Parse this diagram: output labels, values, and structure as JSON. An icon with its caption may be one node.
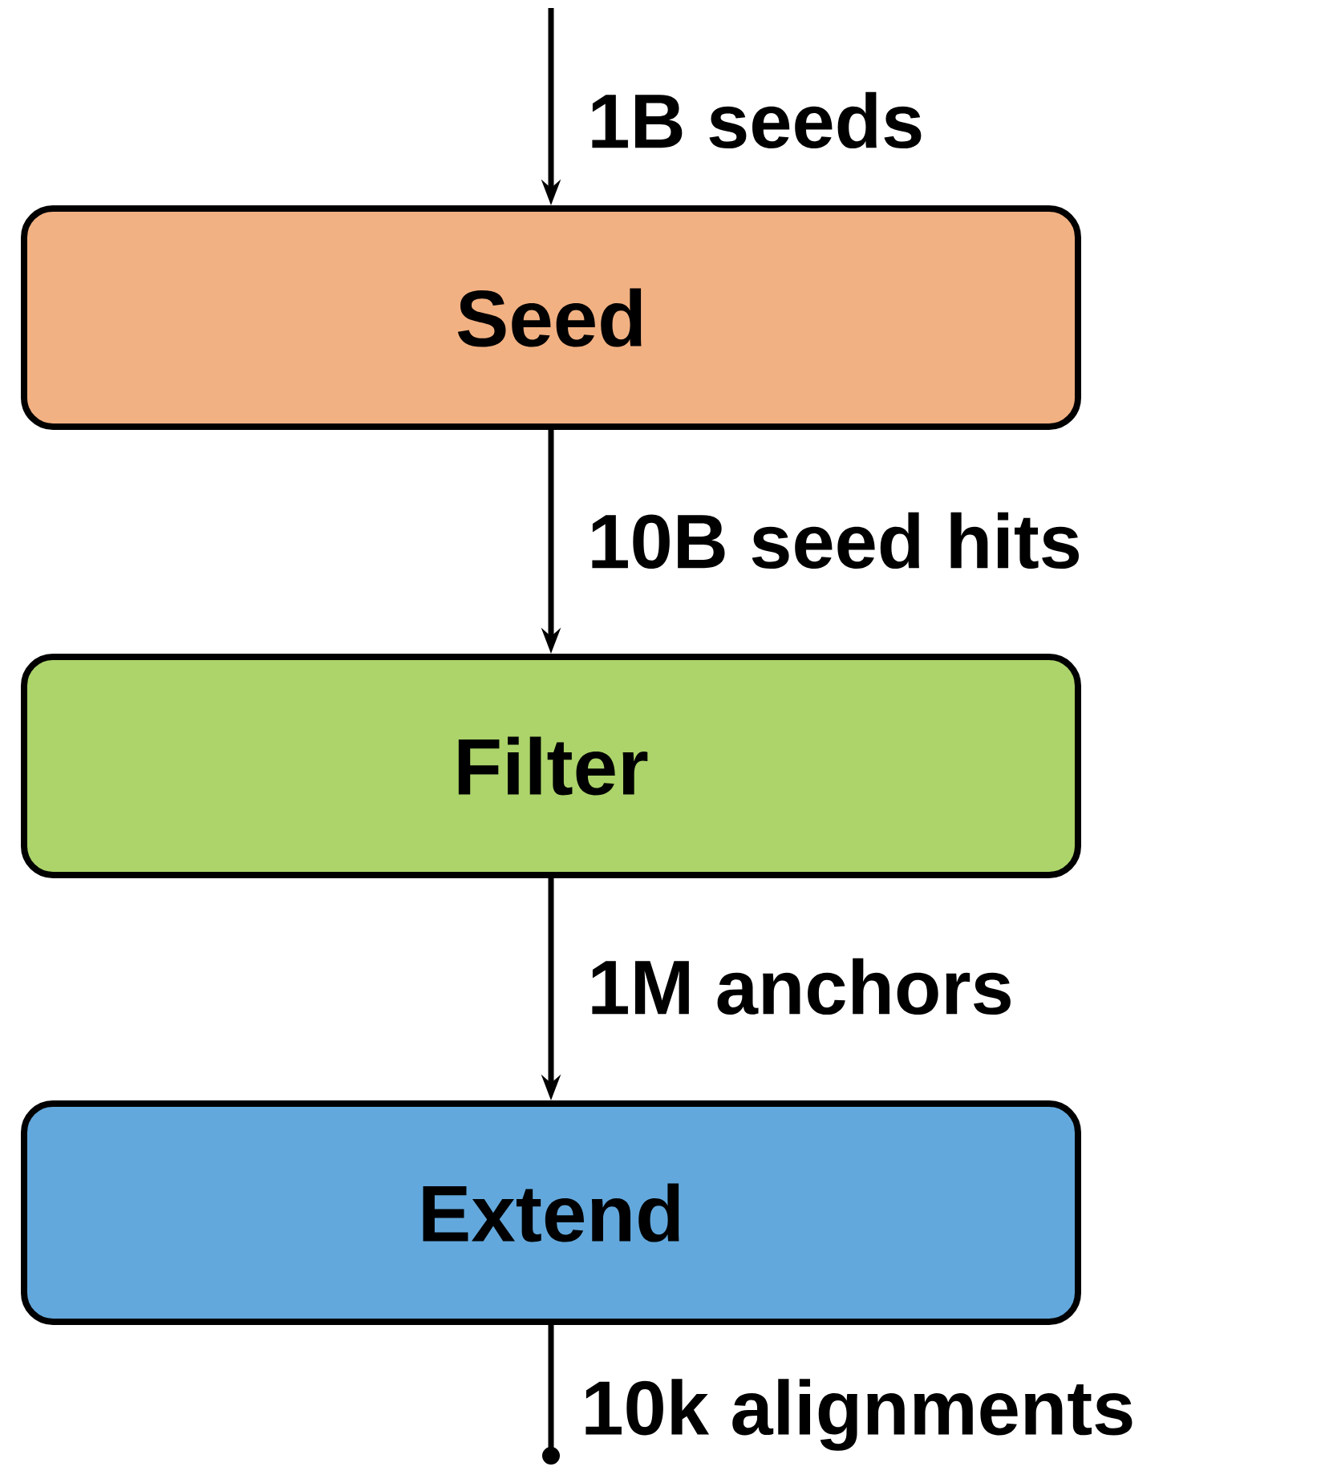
{
  "diagram": {
    "nodes": [
      {
        "text": [
          "Seed"
        ]
      },
      {
        "text": [
          "Filter"
        ]
      },
      {
        "text": [
          "Extend"
        ]
      }
    ],
    "edges": [
      {
        "from": null,
        "to": 0,
        "arrow": "to",
        "label": "1B seeds"
      },
      {
        "from": 0,
        "to": 1,
        "arrow": "to",
        "label": "10B seed hits"
      },
      {
        "from": 1,
        "to": 2,
        "arrow": "to",
        "label": "1M anchors"
      },
      {
        "from": 2,
        "to": null,
        "arrow": "other",
        "label": "10k alignments"
      }
    ]
  }
}
